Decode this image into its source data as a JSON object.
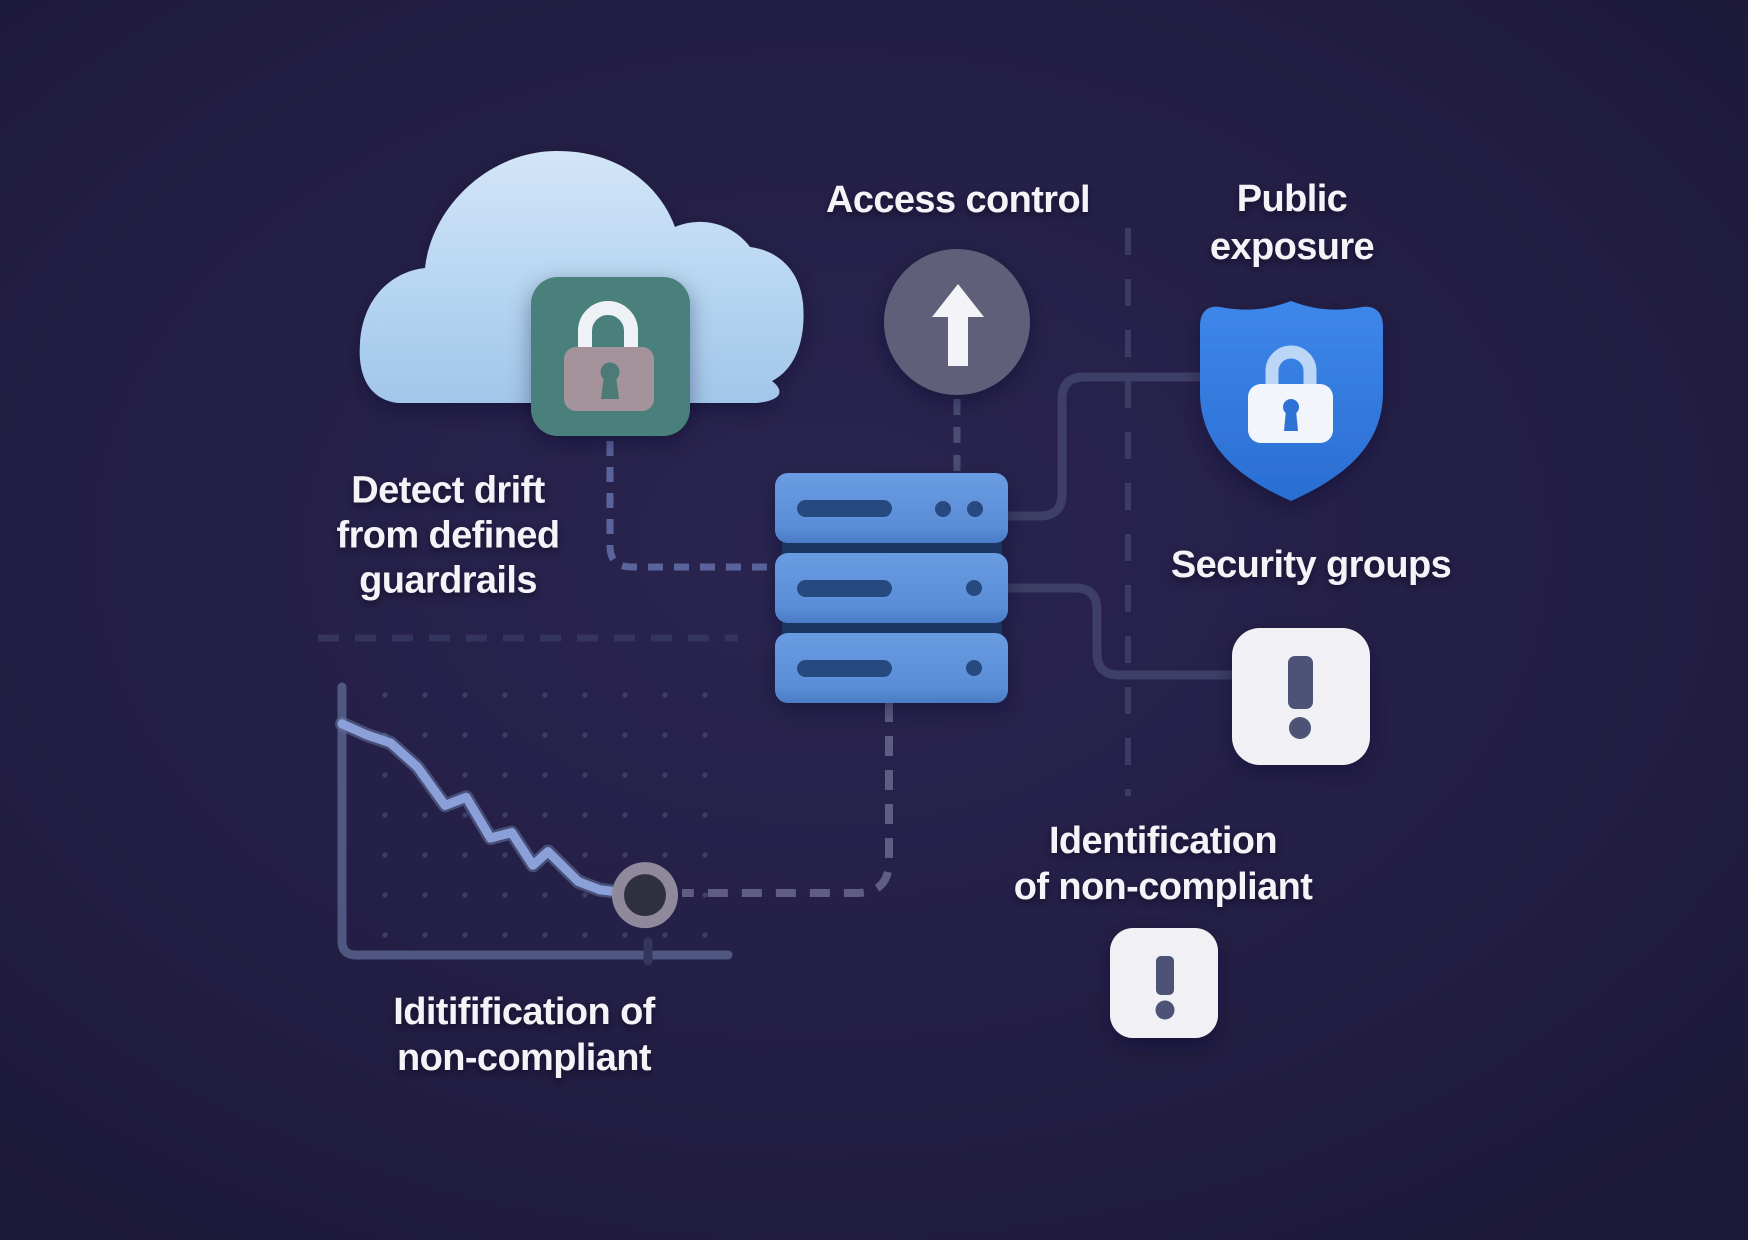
{
  "title": "Cloud compliance drift infographic",
  "labels": {
    "detect_drift": "Detect drift\nfrom defined\nguardrails",
    "access_control": "Access control",
    "public_exposure": "Public\nexposure",
    "security_groups": "Security groups",
    "identification_right": "Identification\nof non-compliant",
    "identification_chart": "Iditifification of\nnon-compliant"
  },
  "icons": {
    "cloud": "cloud-icon",
    "cloud_badge": "padlock-icon",
    "access_control": "up-arrow-icon",
    "public_exposure": "shield-lock-icon",
    "server": "server-stack-icon",
    "security_groups_alert": "exclamation-icon",
    "identification_alert": "exclamation-icon",
    "chart_endpoint": "endpoint-dot-icon"
  },
  "colors": {
    "background": "#231f44",
    "text": "#f3f3f8",
    "cloud_blue": "#b6d5f1",
    "badge_teal": "#48807b",
    "lock_body_mauve": "#a5939b",
    "lock_shackle_white": "#eef1f5",
    "keyhole_teal": "#4c7a77",
    "circle_gray": "#615f79",
    "arrow_white": "#f4f4f8",
    "server_blue": "#5e92da",
    "server_detail_navy": "#27497f",
    "server_backing": "#1e3562",
    "shield_blue": "#2f7adc",
    "shield_lock_white": "#f2f6fc",
    "shield_shackle_blue": "#bcd7f5",
    "shield_keyhole_blue": "#2f72d6",
    "card_white": "#f1f0f4",
    "exclamation_slate": "#4d5277",
    "connector_solid": "#3e3f66",
    "dash_bright": "#5a639c",
    "dash_muted": "#4b4e72",
    "dash_gray": "#5f5d84",
    "dash_faint": "#34355c",
    "dash_divider": "#3a3c63",
    "axis_slate": "#505781",
    "tick_dark": "#33355a",
    "chart_line": "#8ba0d8",
    "chart_line_edge": "#64759f",
    "dot_grid": "#3d3f67",
    "marker_ring_gray": "#8f899b",
    "marker_core_dark": "#2f323e"
  },
  "chart_data": {
    "type": "line",
    "title": "",
    "xlabel": "",
    "ylabel": "",
    "x": [
      0,
      8,
      16,
      25,
      34,
      41,
      49,
      56,
      63,
      68,
      78,
      85,
      100
    ],
    "values": [
      85,
      81,
      78,
      69,
      55,
      58,
      43,
      45,
      33,
      38,
      27,
      24,
      22
    ],
    "xlim": [
      0,
      100
    ],
    "ylim": [
      0,
      100
    ],
    "grid": "dot-grid",
    "legend": "none",
    "trend": "declining",
    "annotations": [
      "endpoint-marker at last point",
      "tick below endpoint on x-axis"
    ]
  }
}
